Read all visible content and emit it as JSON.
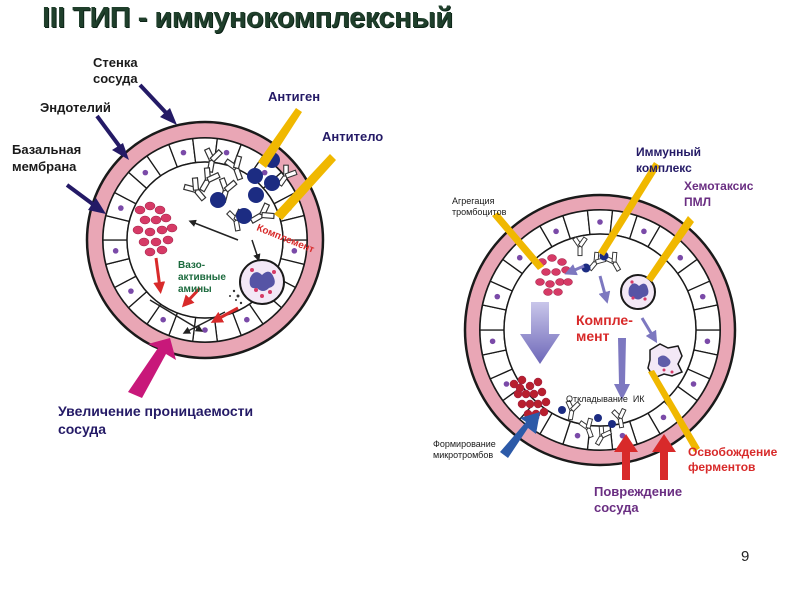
{
  "title": "III ТИП - иммунокомплексный",
  "page_number": "9",
  "colors": {
    "wall_pink": "#e9a6b5",
    "wall_outline": "#1a1a1a",
    "navy": "#241a66",
    "antigen_blue": "#1c2c82",
    "gold": "#f0b800",
    "red": "#d82a2a",
    "magenta": "#c8187a",
    "purple_text": "#6a2e82",
    "green_text": "#1b6a3d",
    "platelet": "#d63a66",
    "lavender": "#8a86c6",
    "blue_arrow": "#2c5aa8"
  },
  "left_diagram": {
    "labels": {
      "wall_line1": "Стенка",
      "wall_line2": "сосуда",
      "endothelium": "Эндотелий",
      "membrane_line1": "Базальная",
      "membrane_line2": "мембрана",
      "antigen": "Антиген",
      "antibody": "Антитело",
      "complement": "Комплемент",
      "vaso_line1": "Вазо-",
      "vaso_line2": "активные",
      "vaso_line3": "амины",
      "permeability_line1": "Увеличение проницаемости",
      "permeability_line2": "сосуда"
    }
  },
  "right_diagram": {
    "labels": {
      "immune_line1": "Иммунный",
      "immune_line2": "комплекс",
      "chemotaxis_line1": "Хемотаксис",
      "chemotaxis_line2": "ПМЛ",
      "aggregation_line1": "Агрегация",
      "aggregation_line2": "тромбоцитов",
      "complement_line1": "Компле-",
      "complement_line2": "мент",
      "deposition": "Откладывание  ИК",
      "microthrombi_line1": "Формирование",
      "microthrombi_line2": "микротромбов",
      "enzymes_line1": "Освобождение",
      "enzymes_line2": "ферментов",
      "damage_line1": "Повреждение",
      "damage_line2": "сосуда"
    }
  }
}
